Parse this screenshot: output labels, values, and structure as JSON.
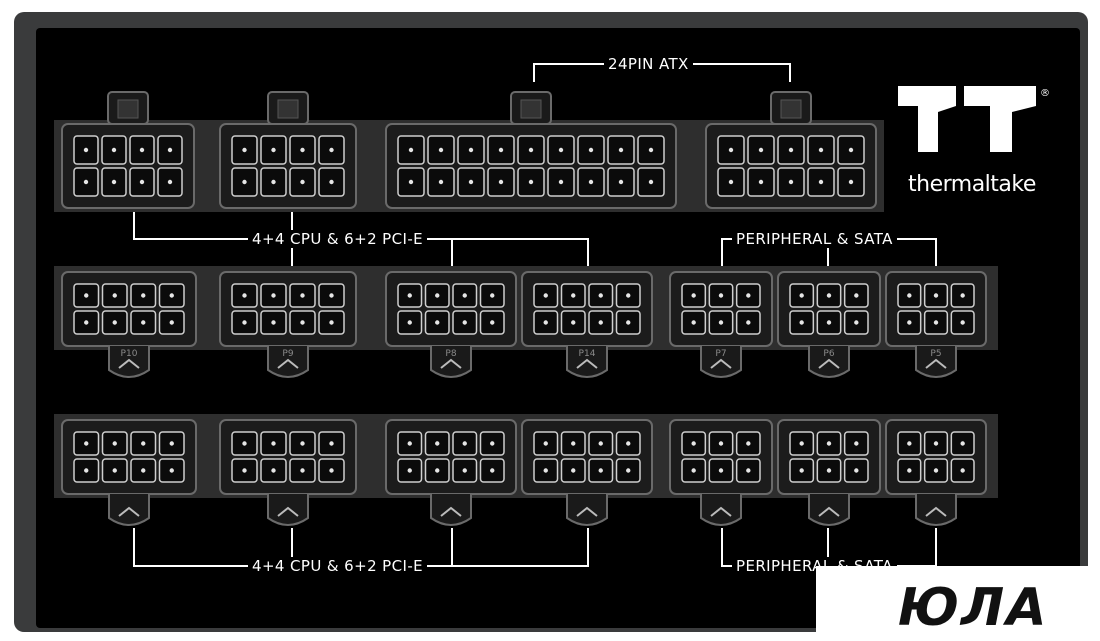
{
  "labels": {
    "atx": "24PIN ATX",
    "cpu_top": "4+4 CPU & 6+2 PCI-E",
    "periph_top": "PERIPHERAL & SATA",
    "cpu_bottom": "4+4 CPU & 6+2 PCI-E",
    "periph_bottom": "PERIPHERAL & SATA"
  },
  "port_numbers": {
    "p10": "P10",
    "p9": "P9",
    "p8": "P8",
    "p14": "P14",
    "p7": "P7",
    "p6": "P6",
    "p5": "P5"
  },
  "brand": {
    "name": "thermaltake",
    "logo": "tt-logo-icon",
    "registered": "®"
  },
  "watermark": {
    "text": "ЮЛА",
    "icon": "star-gradient-icon"
  },
  "colors": {
    "panel": "#000000",
    "frame": "#3a3b3c",
    "connector_fill": "#1c1c1c",
    "connector_outline": "#6a6a6a",
    "accent_gradient_start": "#ff4fd8",
    "accent_gradient_end": "#2fd3ff"
  }
}
